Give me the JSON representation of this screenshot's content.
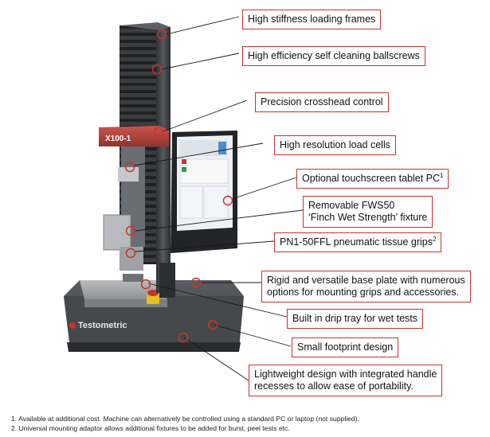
{
  "machine": {
    "crosshead_label": "X100-1",
    "brand_name": "Testometric",
    "colors": {
      "frame": "#3d3f42",
      "crosshead": "#b6423b",
      "base": "#4a4c4f",
      "tray": "#9a9c9e",
      "accent": "#c8332d"
    }
  },
  "callouts": [
    {
      "text": "High stiffness loading frames"
    },
    {
      "text": "High efficiency self cleaning ballscrews"
    },
    {
      "text": "Precision crosshead control"
    },
    {
      "text": "High resolution load cells"
    },
    {
      "text": "Optional touchscreen tablet PC",
      "sup": "1"
    },
    {
      "text": "Removable FWS50",
      "line2": "‘Finch Wet Strength’ fixture"
    },
    {
      "text": "PN1-50FFL pneumatic tissue grips",
      "sup": "2"
    },
    {
      "text": "Rigid and versatile base plate with numerous",
      "line2": "options for mounting grips and accessories."
    },
    {
      "text": "Built in drip tray for wet tests"
    },
    {
      "text": "Small footprint design"
    },
    {
      "text": "Lightweight design with integrated handle",
      "line2": "recesses to allow ease of portability."
    }
  ],
  "footnotes": [
    "1. Available at additional cost. Machine can alternatively be controlled using a standard PC or laptop (not supplied).",
    "2. Universal mounting adaptor allows additional fixtures to be added for burst, peel tests etc."
  ]
}
